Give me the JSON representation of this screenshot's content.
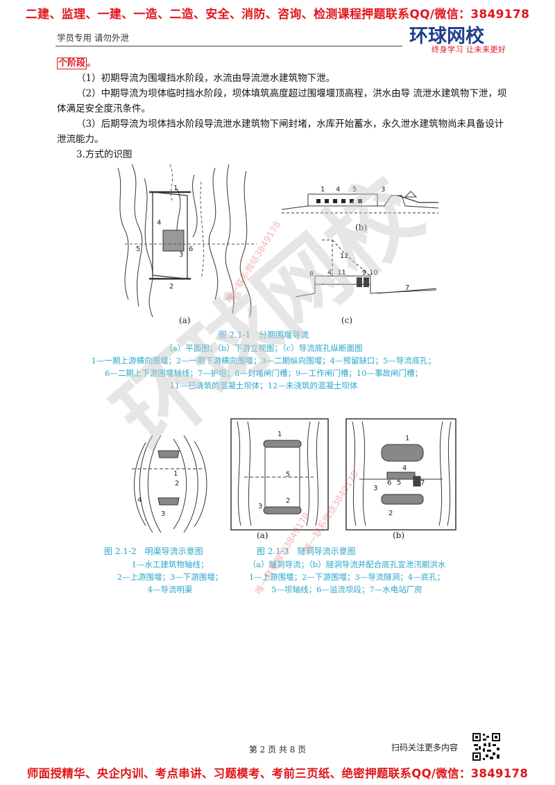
{
  "banners": {
    "top": "二建、监理、一建、一造、二造、安全、消防、咨询、检测课程押题联系QQ/微信：3849178",
    "bottom": "师面授精华、央企内训、考点串讲、习题模考、考前三页纸、绝密押题联系QQ/微信：3849178"
  },
  "header": {
    "text": "学员专用 请勿外泄",
    "logo_name": "环球网校",
    "logo_slogan": "终身学习 让未来更好"
  },
  "body": {
    "stage_tag": "个阶段",
    "stage_tag_suffix": "。",
    "p1": "（1）初期导流为围堰挡水阶段，水流由导流泄水建筑物下泄。",
    "p2": "（2）中期导流为坝体临时挡水阶段，坝体填筑高度超过围堰堰顶高程，洪水由导 流泄水建筑物下泄，坝体满足安全度汛条件。",
    "p3": "（3）后期导流为坝体挡水阶段导流泄水建筑物下闸封堵，水库开始蓄水，永久泄水建筑物尚未具备设计泄流能力。",
    "p4": "3.方式的识图"
  },
  "figure_1": {
    "sublabel_a": "(a)",
    "sublabel_b": "(b)",
    "sublabel_c": "(c)",
    "caption_title": "图 2.1-1　分期围堰导流",
    "caption_lines": [
      "（a）平面图；（b）下游立视图；（c）导流底孔纵断面图",
      "1—一期上游横向围堰；2—一期下游横向围堰；3—二期纵向围堰；4—预留缺口；5—导流底孔；",
      "6—二期上下游围堰轴线；7—护坦；8—封堵闸门槽；9—工作闸门槽；10—事故闸门槽；",
      "11—已浇筑的混凝土坝体；12—未浇筑的混凝土坝体"
    ]
  },
  "figure_2": {
    "caption_title": "图 2.1-2　明渠导流示意图",
    "caption_lines": [
      "1—水工建筑物轴线；",
      "2—上游围堰；3—下游围堰；",
      "4—导流明渠"
    ]
  },
  "figure_3": {
    "sublabel_a": "(a)",
    "sublabel_b": "(b)",
    "caption_title": "图 2.1-3　隧洞导流示意图",
    "caption_lines": [
      "（a）隧洞导流；（b）隧洞导流并配合底孔宣泄汛期洪水",
      "1—上游围堰；2—下游围堰；3—导流隧洞；4—底孔；",
      "5—坝轴线；6—溢流坝段；7—水电站厂房"
    ]
  },
  "watermarks": {
    "large": "环球网校",
    "contact_1": "唯一联系微信3849178",
    "contact_2": "唯一联系微信3849178",
    "contact_3": "唯一联系微信3849178"
  },
  "footer": {
    "page_number": "第 2 页 共 8 页",
    "qr_caption": "扫码关注更多内容"
  },
  "colors": {
    "banner_red": "#e0161b",
    "caption_cyan": "#2aa6c9",
    "logo_blue": "#1f3f8c"
  }
}
